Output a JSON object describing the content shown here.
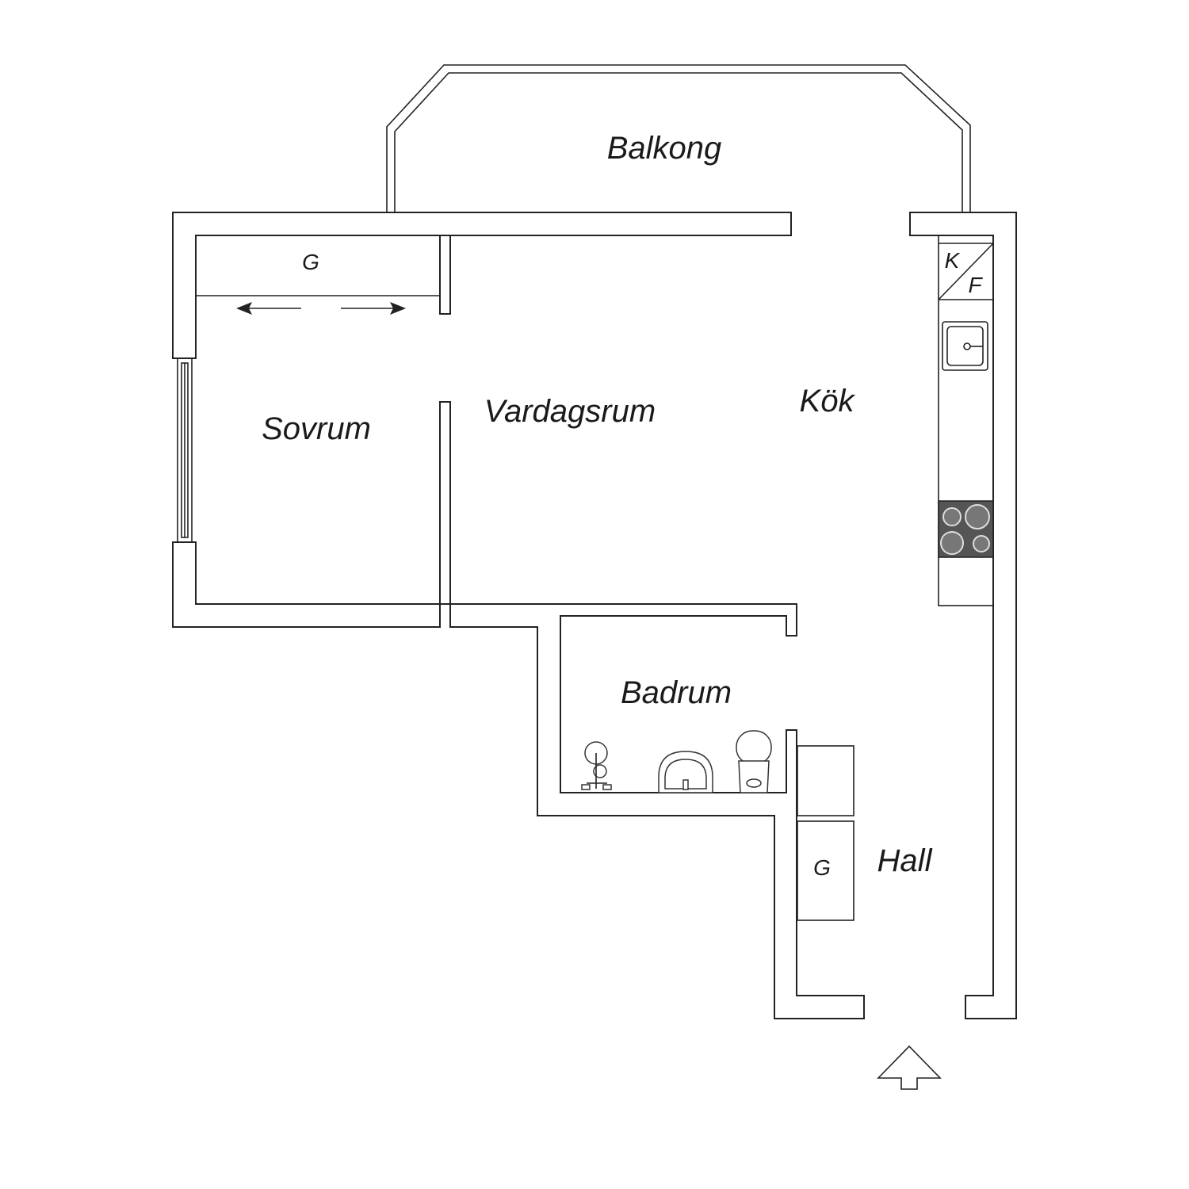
{
  "rooms": {
    "balcony": "Balkong",
    "bedroom": "Sovrum",
    "living_room": "Vardagsrum",
    "kitchen": "Kök",
    "bathroom": "Badrum",
    "hall": "Hall"
  },
  "closets": {
    "bedroom_wardrobe": "G",
    "hall_wardrobe": "G"
  },
  "kitchen_appliance": {
    "top": "K",
    "bottom": "F"
  },
  "colors": {
    "line": "#222222",
    "stove_top": "#555555"
  }
}
